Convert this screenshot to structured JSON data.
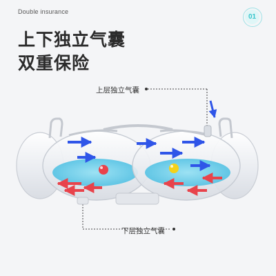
{
  "header": {
    "subtitle_en": "Double insurance",
    "badge": "01",
    "title_line1": "上下独立气囊",
    "title_line2": "双重保险"
  },
  "callouts": {
    "upper": "上层独立气囊",
    "lower": "下层独立气囊"
  },
  "colors": {
    "accent": "#3ec4cb",
    "arrow_upper": "#2f55e8",
    "arrow_lower": "#e8434b",
    "water": "#63d0ec"
  }
}
